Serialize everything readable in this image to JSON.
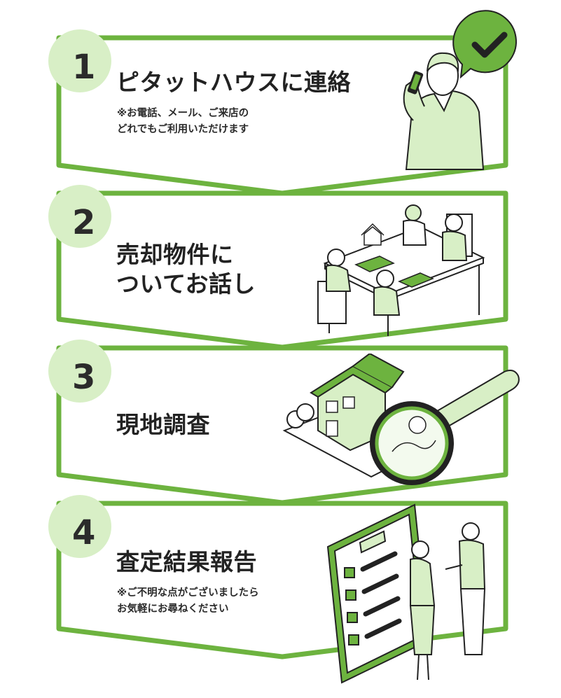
{
  "colors": {
    "accent": "#6db33f",
    "accent_light": "#d8efc6",
    "accent_dark": "#4f9a2a",
    "line": "#222222"
  },
  "steps": [
    {
      "number": "1",
      "title": "ピタットハウスに連絡",
      "note": "※お電話、メール、ご来店の\nどれでもご利用いただけます",
      "illustration": "person-phone-call-with-check-icon"
    },
    {
      "number": "2",
      "title": "売却物件に\nついてお話し",
      "note": "",
      "illustration": "meeting-table-icon"
    },
    {
      "number": "3",
      "title": "現地調査",
      "note": "",
      "illustration": "house-magnifier-icon"
    },
    {
      "number": "4",
      "title": "査定結果報告",
      "note": "※ご不明な点がございましたら\nお気軽にお尋ねください",
      "illustration": "checklist-report-icon"
    }
  ]
}
